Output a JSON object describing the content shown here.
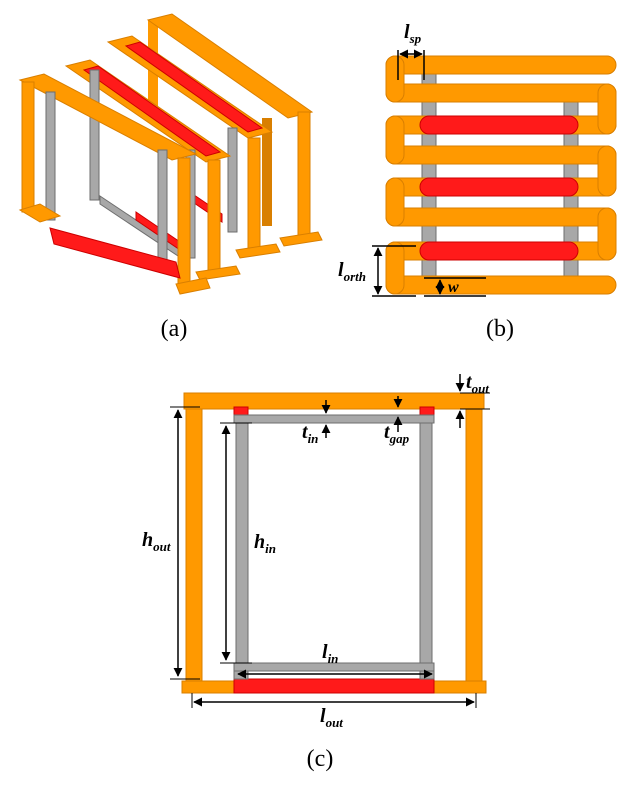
{
  "colors": {
    "orange": "#FF9900",
    "orange_dark": "#D97F00",
    "orange_light": "#FFB84D",
    "red": "#FF1A1A",
    "red_dark": "#CC0000",
    "gray": "#A8A8A8",
    "gray_dark": "#6E6E6E",
    "gray_light": "#D0D0D0"
  },
  "panels": {
    "a": {
      "label": "(a)"
    },
    "b": {
      "label": "(b)",
      "dims": {
        "l_sp": {
          "main": "l",
          "sub": "sp"
        },
        "l_orth": {
          "main": "l",
          "sub": "orth"
        },
        "w": {
          "main": "w",
          "sub": ""
        }
      }
    },
    "c": {
      "label": "(c)",
      "dims": {
        "t_out": {
          "main": "t",
          "sub": "out"
        },
        "t_in": {
          "main": "t",
          "sub": "in"
        },
        "t_gap": {
          "main": "t",
          "sub": "gap"
        },
        "h_out": {
          "main": "h",
          "sub": "out"
        },
        "h_in": {
          "main": "h",
          "sub": "in"
        },
        "l_in": {
          "main": "l",
          "sub": "in"
        },
        "l_out": {
          "main": "l",
          "sub": "out"
        }
      }
    }
  }
}
